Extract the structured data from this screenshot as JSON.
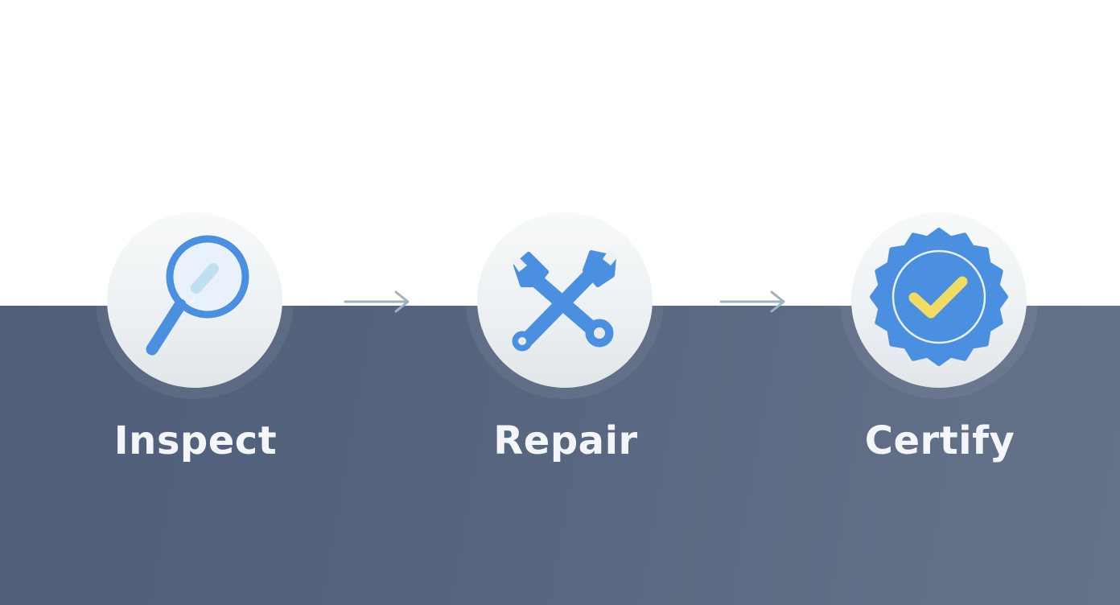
{
  "steps": [
    {
      "label": "Inspect",
      "icon": "magnifying-glass-icon"
    },
    {
      "label": "Repair",
      "icon": "wrench-icon"
    },
    {
      "label": "Certify",
      "icon": "certified-badge-icon"
    }
  ],
  "colors": {
    "icon_blue": "#4a8fe0",
    "check_yellow": "#f0dc63",
    "arrow": "#9fb2bf",
    "label": "#f3f5f8",
    "bottom_band": "#57657f"
  }
}
